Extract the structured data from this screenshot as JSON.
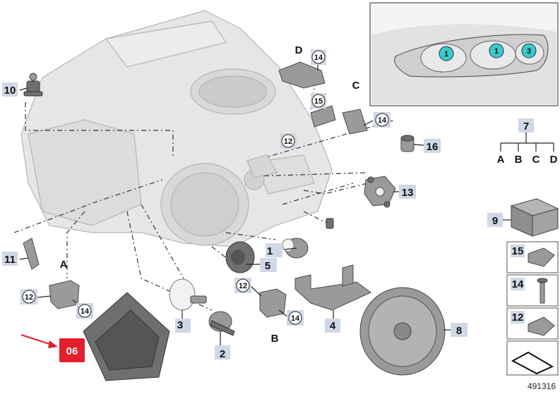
{
  "callouts": {
    "c1": "1",
    "c2": "2",
    "c3": "3",
    "c4": "4",
    "c5": "5",
    "c6": "06",
    "c7": "7",
    "c8": "8",
    "c9": "9",
    "c10": "10",
    "c11": "11",
    "c12": "12",
    "c13": "13",
    "c14": "14",
    "c15": "15",
    "c16": "16"
  },
  "letters": {
    "a": "A",
    "b": "B",
    "c": "C",
    "d": "D"
  },
  "tree_letters": [
    "A",
    "B",
    "C",
    "D"
  ],
  "inset_markers": [
    "1",
    "1",
    "3"
  ],
  "legend": [
    "15",
    "14",
    "12"
  ],
  "reference_number": "491316",
  "colors": {
    "highlight": "#e51e2b",
    "badge": "#cfd8e6",
    "marker": "#3cc9c9"
  }
}
